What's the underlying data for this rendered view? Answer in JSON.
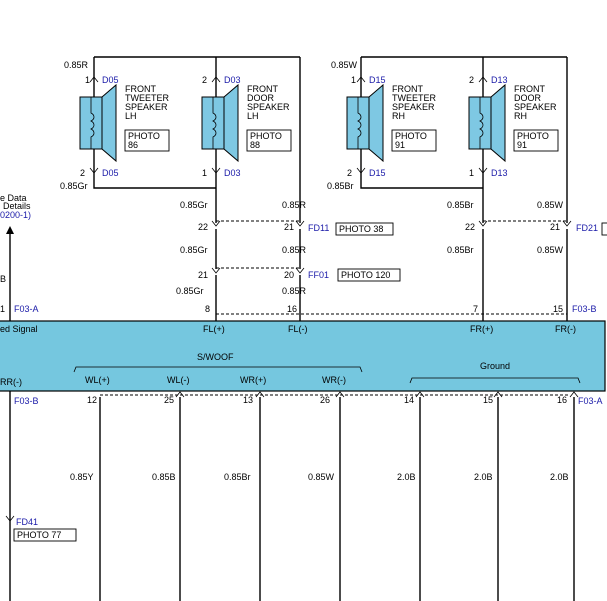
{
  "speakers": [
    {
      "name_lines": [
        "FRONT",
        "TWEETER",
        "SPEAKER",
        "LH"
      ],
      "photo_lines": [
        "PHOTO",
        "86"
      ],
      "top_pin": "1",
      "top_conn": "D05",
      "bottom_pin": "2",
      "bottom_conn": "D05",
      "top_wire": "0.85R",
      "bottom_wire": "0.85Gr"
    },
    {
      "name_lines": [
        "FRONT",
        "DOOR",
        "SPEAKER",
        "LH"
      ],
      "photo_lines": [
        "PHOTO",
        "88"
      ],
      "top_pin": "2",
      "top_conn": "D03",
      "bottom_pin": "1",
      "bottom_conn": "D03"
    },
    {
      "name_lines": [
        "FRONT",
        "TWEETER",
        "SPEAKER",
        "RH"
      ],
      "photo_lines": [
        "PHOTO",
        "91"
      ],
      "top_pin": "1",
      "top_conn": "D15",
      "bottom_pin": "2",
      "bottom_conn": "D15",
      "top_wire": "0.85W",
      "bottom_wire": "0.85Br"
    },
    {
      "name_lines": [
        "FRONT",
        "DOOR",
        "SPEAKER",
        "RH"
      ],
      "photo_lines": [
        "PHOTO",
        "91"
      ],
      "top_pin": "2",
      "top_conn": "D13",
      "bottom_pin": "1",
      "bottom_conn": "D13"
    }
  ],
  "left_ref": {
    "lines": [
      "e Data",
      "Details",
      "0200-1)"
    ],
    "b_label": "B"
  },
  "left_wire": {
    "pin": "1",
    "conn": "F03-A"
  },
  "fd11": {
    "wire_a_l": "0.85Gr",
    "wire_a_r": "0.85R",
    "pin_l": "22",
    "pin_r": "21",
    "conn": "FD11",
    "photo": "PHOTO 38",
    "wire_b_l": "0.85Gr",
    "wire_b_r": "0.85R"
  },
  "ff01": {
    "pin_l": "21",
    "pin_r": "20",
    "conn": "FF01",
    "photo": "PHOTO 120",
    "wire_c_l": "0.85Gr",
    "wire_c_r": "0.85R"
  },
  "fd21": {
    "wire_a_l": "0.85Br",
    "wire_a_r": "0.85W",
    "pin_l": "22",
    "pin_r": "21",
    "conn": "FD21",
    "wire_b_l": "0.85Br",
    "wire_b_r": "0.85W"
  },
  "amp_top_pins": {
    "fl_plus": "8",
    "fl_minus": "16",
    "fr_plus": "7",
    "fr_minus": "15",
    "conn": "F03-B"
  },
  "amp": {
    "signal_label": "ed Signal",
    "top_labels": {
      "fl_plus": "FL(+)",
      "fl_minus": "FL(-)",
      "fr_plus": "FR(+)",
      "fr_minus": "FR(-)"
    },
    "swoof": "S/WOOF",
    "ground": "Ground",
    "bottom_labels": {
      "rr": "RR(-)",
      "wl_plus": "WL(+)",
      "wl_minus": "WL(-)",
      "wr_plus": "WR(+)",
      "wr_minus": "WR(-)"
    }
  },
  "bottom_pins": {
    "left_conn": "F03-B",
    "p12": "12",
    "p25": "25",
    "p13": "13",
    "p26": "26",
    "p14": "14",
    "p15": "15",
    "p16": "16",
    "right_conn": "F03-A"
  },
  "bottom_wires": {
    "w12": "0.85Y",
    "w25": "0.85B",
    "w13": "0.85Br",
    "w26": "0.85W",
    "w14": "2.0B",
    "w15": "2.0B",
    "w16": "2.0B"
  },
  "fd41": {
    "conn": "FD41",
    "photo": "PHOTO 77"
  }
}
